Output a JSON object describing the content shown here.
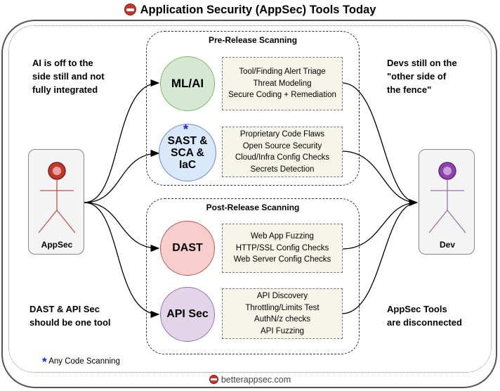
{
  "title": "Application Security (AppSec) Tools Today",
  "groups": {
    "pre_release": "Pre-Release Scanning",
    "post_release": "Post-Release Scanning"
  },
  "tools": {
    "mlai": {
      "label": "ML/AI",
      "color": "#d5e8d4",
      "stroke": "#82b366",
      "items": [
        "Tool/Finding Alert Triage",
        "Threat Modeling",
        "Secure Coding + Remediation"
      ]
    },
    "sast": {
      "line1": "SAST &",
      "line2": "SCA &",
      "line3": "IaC",
      "marker": "*",
      "color": "#dae8fc",
      "stroke": "#6c8ebf",
      "items": [
        "Proprietary Code Flaws",
        "Open Source Security",
        "Cloud/Infra Config Checks",
        "Secrets Detection"
      ]
    },
    "dast": {
      "label": "DAST",
      "color": "#f8cecc",
      "stroke": "#b85450",
      "items": [
        "Web App Fuzzing",
        "HTTP/SSL Config Checks",
        "Web Server Config Checks"
      ]
    },
    "apisec": {
      "label": "API Sec",
      "color": "#e1d5e7",
      "stroke": "#9673a6",
      "items": [
        "API Discovery",
        "Throttling/Limits Test",
        "AuthN/z checks",
        "API Fuzzing"
      ]
    }
  },
  "actors": {
    "appsec": {
      "label": "AppSec",
      "head_color": "#c0392b",
      "body_color": "#b85450"
    },
    "dev": {
      "label": "Dev",
      "head_color": "#8e44ad",
      "body_color": "#9673a6"
    }
  },
  "notes": {
    "ai": [
      "AI is off to the",
      "side still and not",
      "fully integrated"
    ],
    "devs": [
      "Devs still on the",
      "\"other side of",
      "the fence\""
    ],
    "dast_api": [
      "DAST & API Sec",
      "should be one tool"
    ],
    "disconnected": [
      "AppSec Tools",
      "are disconnected"
    ]
  },
  "legend": {
    "marker": "*",
    "text": "Any Code Scanning"
  },
  "footer": "betterappsec.com"
}
